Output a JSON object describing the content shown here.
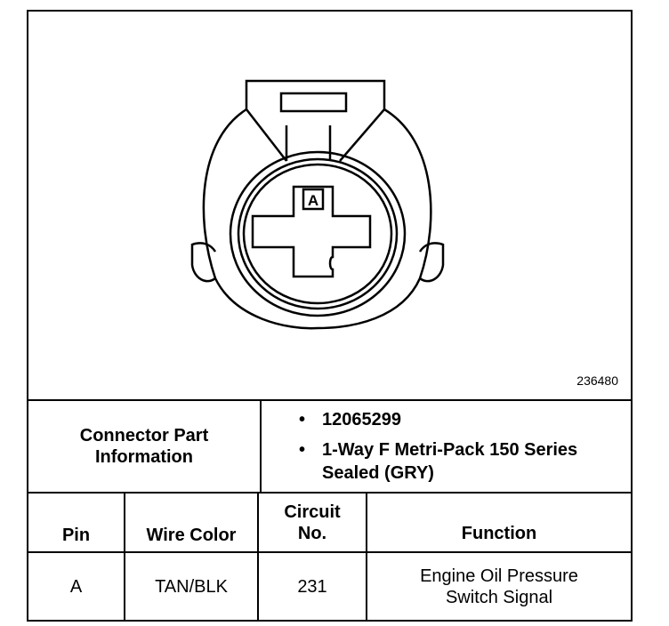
{
  "figure_id": "236480",
  "connector": {
    "pin_label": "A"
  },
  "part_info": {
    "label": "Connector Part Information",
    "items": [
      "12065299",
      "1-Way F Metri-Pack 150 Series Sealed (GRY)"
    ],
    "bullet": "•"
  },
  "table": {
    "headers": {
      "pin": "Pin",
      "wire_color": "Wire Color",
      "circuit": "Circuit No.",
      "function": "Function"
    },
    "rows": [
      {
        "pin": "A",
        "wire_color": "TAN/BLK",
        "circuit": "231",
        "function": "Engine Oil Pressure Switch Signal"
      }
    ]
  }
}
